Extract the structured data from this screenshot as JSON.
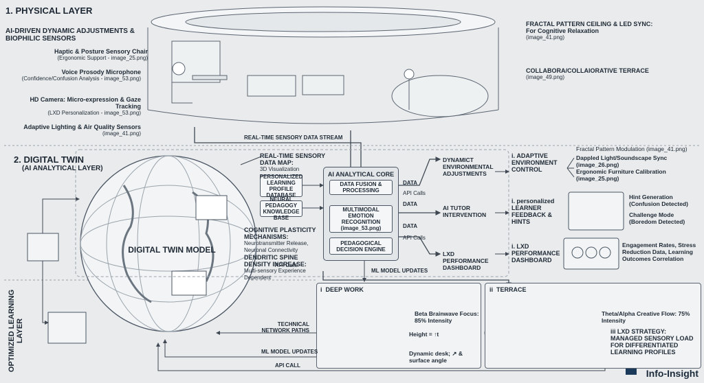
{
  "physical": {
    "title": "1. PHYSICAL LAYER",
    "subtitle": "AI-DRIVEN DYNAMIC ADJUSTMENTS & BIOPHILIC SENSORS",
    "labels": [
      {
        "t": "Haptic & Posture Sensory Chair",
        "s": "(Ergonomic Support - image_25.png)"
      },
      {
        "t": "Voice Prosody Microphone",
        "s": "(Confidence/Confusion Analysis - image_53.png)"
      },
      {
        "t": "HD Camera: Micro-expression & Gaze Tracking",
        "s": "(LXD Personalization - image_53.png)"
      },
      {
        "t": "Adaptive Lighting & Air Quality Sensors",
        "s": "(image_41.png)"
      }
    ],
    "right_labels": [
      {
        "t": "FRACTAL PATTERN CEILING & LED SYNC:",
        "t2": "For Cognitive Relaxation",
        "s": "(image_41.png)"
      },
      {
        "t": "COLLABORA/COLLAIORATIVE TERRACE",
        "s": "(image_49.png)"
      }
    ],
    "stream": "REAL-TIME SENSORY DATA STREAM"
  },
  "twin": {
    "title": "2. DIGITAL TWIN",
    "subtitle": "(AI ANALYTICAL LAYER)",
    "model": "DIGITAL TWIN MODEL",
    "map": {
      "t": "REAL-TIME SENSORY DATA MAP:",
      "s": "3D Visualization"
    },
    "db1": "PERSONALIZED LEARNING PROFILE DATABASE",
    "db2": "NEURAL PEDAGOGY KNOWLEDGE BASE",
    "plasticity": {
      "t": "COGNITIVE PLASTICITY MECHANISMS:",
      "s": "Neurotransmitter Release, Neuronal Connectivity"
    },
    "dendritic": {
      "t": "DENDRITIC SPINE DENSITY INCREASE:",
      "s": "Multi-sensory Experience Dependent"
    },
    "core_title": "AI ANALYTICAL CORE",
    "core_boxes": [
      "DATA FUSION & PROCESSING",
      "MULTIMODAL EMOTION RECOGNITION (image_53.png)",
      "PEDAGOGICAL DECISION ENGINE"
    ],
    "data": "DATA",
    "api": "API Calls",
    "outputs": [
      "DYNAMICT ENVIRONMENTAL ADJUSTMENTS",
      "AI TUTOR INTERVENTION",
      "LXD PERFORMANCE DASHBOARD"
    ],
    "results": [
      {
        "n": "i.",
        "t": "ADAPTIVE ENVIRONMENT CONTROL"
      },
      {
        "n": "i.",
        "t": "personalized LEARNER FEEDBACK & HINTS"
      },
      {
        "n": "i.",
        "t": "LXD PERFORMANCE DASHBOARD"
      }
    ],
    "env_items": [
      "Fractal Pattern Modulation (image_41.png)",
      "Dappled Light/Soundscape Sync (image_26.png)",
      "Ergonomic Furniture Calibration (image_25.png)"
    ],
    "hint_items": [
      "Hint Generation (Confusion Detected)",
      "Challenge Mode (Boredom Detected)"
    ],
    "dash_items": "Engagement Rates, Stress Reduction Data, Learning Outcomes Correlation",
    "ml_updates": "ML MODEL UPDATES",
    "tech_paths": "TECHNICAL NETWORK PATHS",
    "api_calls": "API Calls"
  },
  "optimized": {
    "title": "OPTIMIZED LEARNING LAYER",
    "deep": {
      "n": "i",
      "t": "DEEP WORK",
      "beta": "Beta Brainwave Focus: 85% Intensity",
      "height": "Height = ↑t",
      "desk": "Dynamic desk; ↗ & surface angle"
    },
    "terrace": {
      "n": "ii",
      "t": "TERRACE",
      "theta": "Theta/Alpha Creative Flow: 75% Intensity"
    },
    "strategy": {
      "n": "iii",
      "t": "LXD STRATEGY: MANAGED SENSORY LOAD FOR DIFFERENTIATED LEARNING PROFILES"
    },
    "ml_updates": "ML MODEL UPDATES",
    "api_call": "API CALL"
  },
  "brand": "Info-Insight",
  "colors": {
    "line": "#3f4853",
    "bg": "#e9ebec"
  }
}
